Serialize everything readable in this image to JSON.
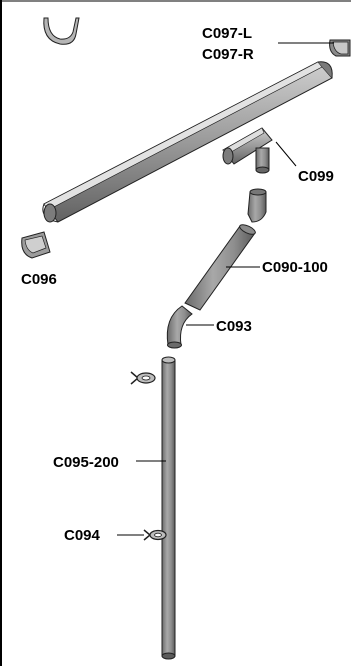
{
  "labels": {
    "c097l": "C097-L",
    "c097r": "C097-R",
    "c099": "C099",
    "c096": "C096",
    "c090": "C090-100",
    "c093": "C093",
    "c095": "C095-200",
    "c094": "C094"
  },
  "colors": {
    "part_fill": "#9a9a9a",
    "part_light": "#d2d2d2",
    "part_dark": "#5e5e5e",
    "outline": "#222222",
    "frame": "#000000"
  }
}
